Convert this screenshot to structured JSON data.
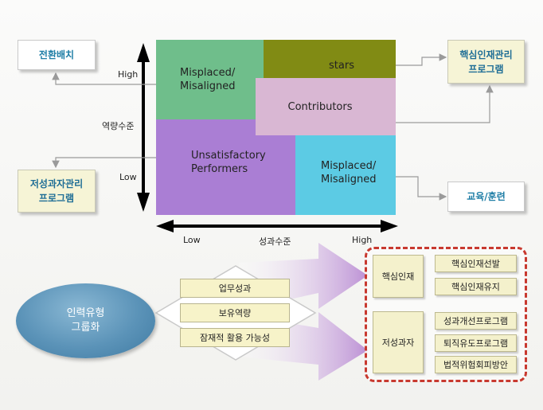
{
  "matrix": {
    "quadrants": [
      {
        "id": "misplaced_top",
        "lines": [
          "Misplaced/",
          "Misaligned"
        ],
        "color": "#6fbe8b"
      },
      {
        "id": "stars",
        "lines": [
          "stars"
        ],
        "color": "#818b14"
      },
      {
        "id": "contributors",
        "lines": [
          "Contributors"
        ],
        "color": "#d9b7d3"
      },
      {
        "id": "unsatisfactory",
        "lines": [
          "Unsatisfactory",
          "Performers"
        ],
        "color": "#aa7ed4"
      },
      {
        "id": "misplaced_bottom",
        "lines": [
          "Misplaced/",
          "Misaligned"
        ],
        "color": "#5ccbe4"
      }
    ],
    "y_axis": {
      "label": "역량수준",
      "high": "High",
      "low": "Low"
    },
    "x_axis": {
      "label": "성과수준",
      "low": "Low",
      "high": "High"
    }
  },
  "outcomes": {
    "reassign": {
      "lines": [
        "전환배치"
      ]
    },
    "core_program": {
      "lines": [
        "핵심인재관리",
        "프로그램"
      ]
    },
    "low_program": {
      "lines": [
        "저성과자관리",
        "프로그램"
      ]
    },
    "training": {
      "lines": [
        "교육/훈련"
      ]
    }
  },
  "grouping": {
    "ellipse_lines": [
      "인력유형",
      "그룹화"
    ],
    "criteria": [
      "업무성과",
      "보유역량",
      "잠재적 활용 가능성"
    ]
  },
  "groups": [
    {
      "name": "핵심인재",
      "items": [
        "핵심인재선발",
        "핵심인재유지"
      ]
    },
    {
      "name": "저성과자",
      "items": [
        "성과개선프로그램",
        "퇴직유도프로그램",
        "법적위험회피방안"
      ]
    }
  ],
  "colors": {
    "dashed_border": "#c8392f",
    "arrow_purple": "#c9a6dc",
    "connector": "#9a9a9a"
  }
}
